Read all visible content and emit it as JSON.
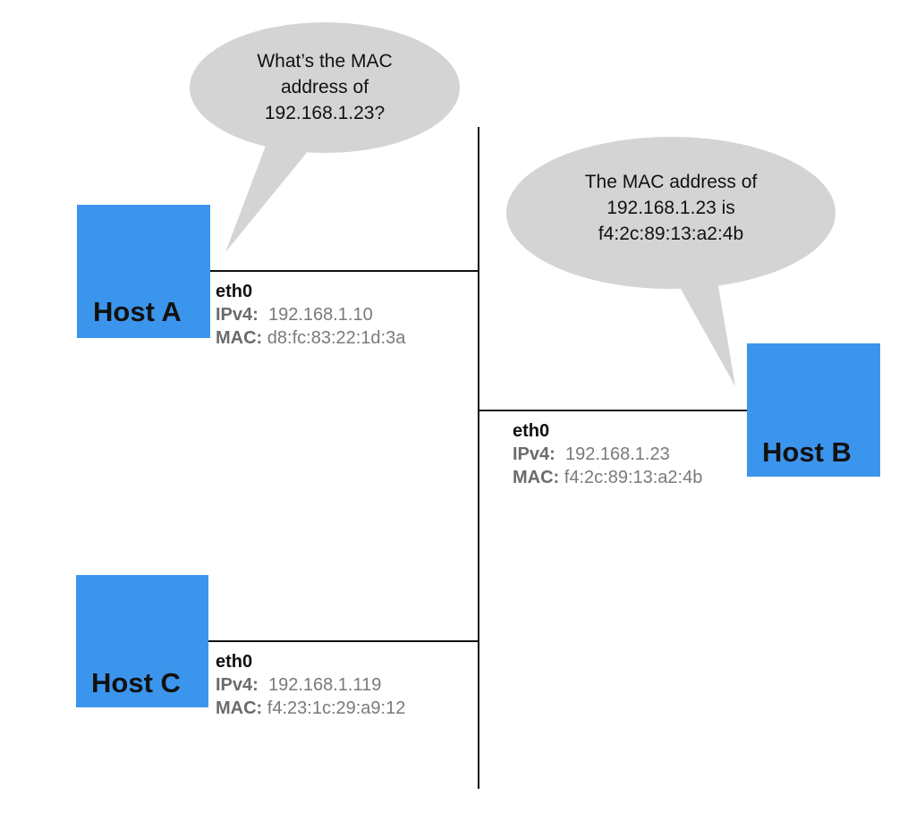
{
  "colors": {
    "host_fill": "#3c95ec",
    "bubble_fill": "#d4d4d4",
    "line": "#111111"
  },
  "hosts": [
    {
      "label": "Host A",
      "interface": "eth0",
      "ipv4_key": "IPv4",
      "ipv4": "192.168.1.10",
      "mac_key": "MAC",
      "mac": "d8:fc:83:22:1d:3a"
    },
    {
      "label": "Host B",
      "interface": "eth0",
      "ipv4_key": "IPv4",
      "ipv4": "192.168.1.23",
      "mac_key": "MAC",
      "mac": "f4:2c:89:13:a2:4b"
    },
    {
      "label": "Host C",
      "interface": "eth0",
      "ipv4_key": "IPv4",
      "ipv4": "192.168.1.119",
      "mac_key": "MAC",
      "mac": "f4:23:1c:29:a9:12"
    }
  ],
  "bubbles": {
    "question": [
      "What’s the MAC",
      "address of",
      "192.168.1.23?"
    ],
    "answer": [
      "The MAC address of",
      "192.168.1.23 is",
      "f4:2c:89:13:a2:4b"
    ]
  }
}
